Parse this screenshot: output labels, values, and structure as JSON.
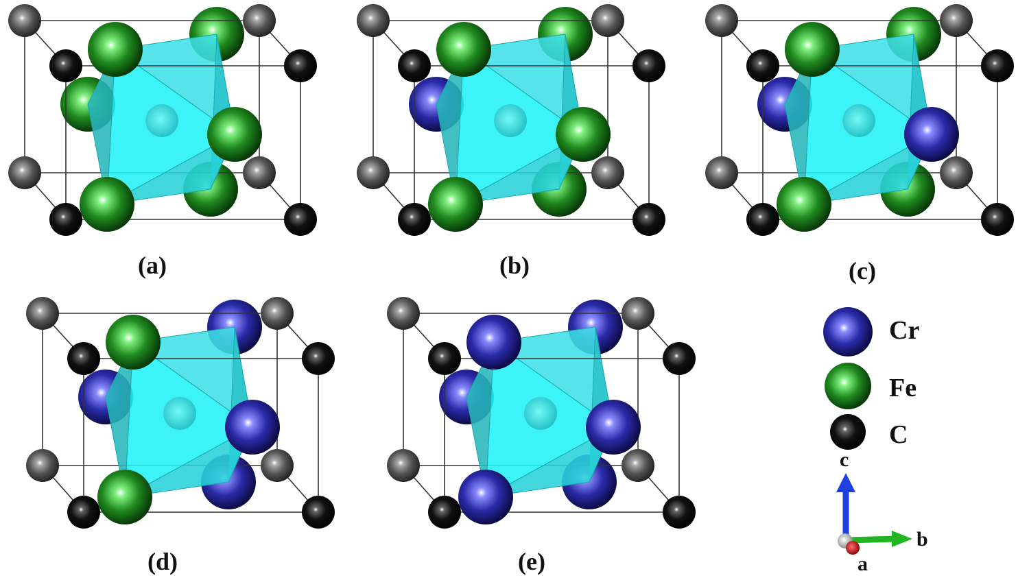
{
  "panels": [
    {
      "label": "(a)",
      "sites": [
        "Fe",
        "Fe",
        "Fe",
        "Fe",
        "Fe",
        "Fe"
      ]
    },
    {
      "label": "(b)",
      "sites": [
        "Fe",
        "Fe",
        "Cr",
        "Fe",
        "Fe",
        "Fe"
      ]
    },
    {
      "label": "(c)",
      "sites": [
        "Fe",
        "Fe",
        "Cr",
        "Cr",
        "Fe",
        "Fe"
      ]
    },
    {
      "label": "(d)",
      "sites": [
        "Fe",
        "Cr",
        "Cr",
        "Cr",
        "Fe",
        "Cr"
      ]
    },
    {
      "label": "(e)",
      "sites": [
        "Cr",
        "Cr",
        "Cr",
        "Cr",
        "Cr",
        "Cr"
      ]
    }
  ],
  "legend": [
    {
      "label": "Cr",
      "color": "#2a2aa8"
    },
    {
      "label": "Fe",
      "color": "#1f8a1f"
    },
    {
      "label": "C",
      "color": "#000000"
    }
  ],
  "axes": {
    "c": "c",
    "b": "b",
    "a": "a"
  },
  "colors": {
    "Cr": "#2a2aa8",
    "Fe": "#1f8a1f",
    "C_front": "#000000",
    "C_back": "#555555",
    "octahedron": "#1ee4ec",
    "axis_c": "#1f3fe0",
    "axis_b": "#22b422",
    "axis_a": "#b01010"
  }
}
